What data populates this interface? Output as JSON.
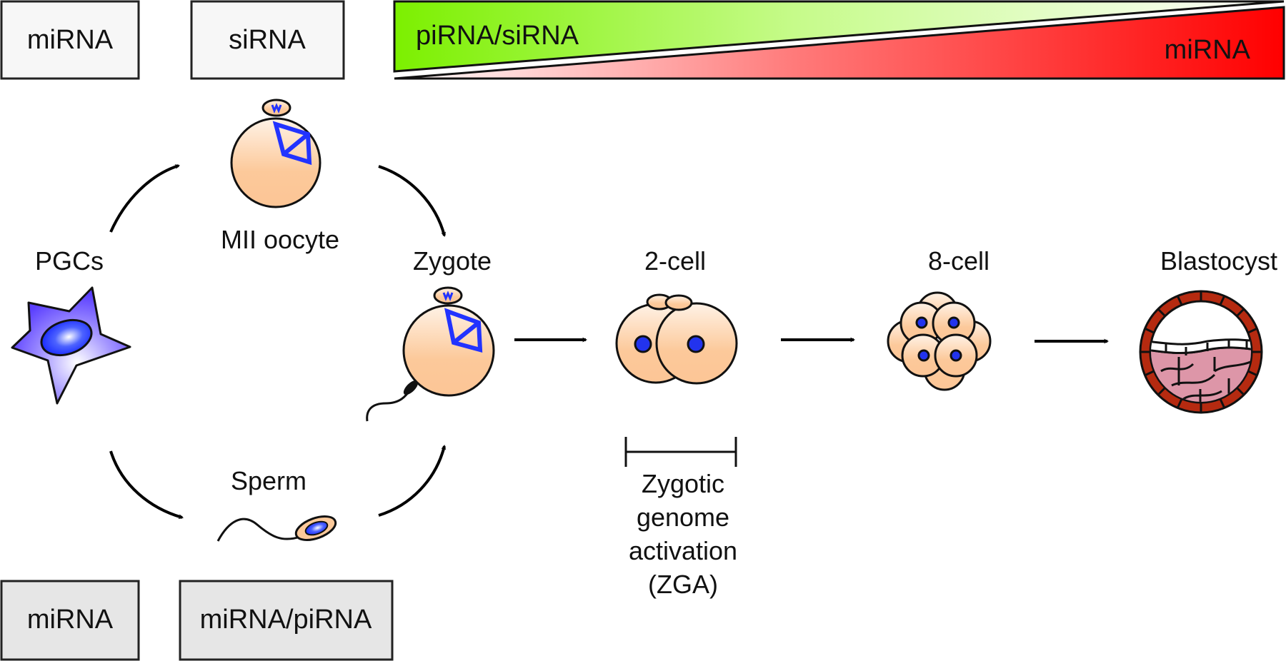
{
  "top_boxes": {
    "oocyte_left": "miRNA",
    "oocyte_right": "siRNA"
  },
  "bottom_boxes": {
    "sperm_left": "miRNA",
    "sperm_right": "miRNA/piRNA"
  },
  "gradient_bar": {
    "left_label": "piRNA/siRNA",
    "right_label": "miRNA",
    "left_color": "#7cf000",
    "right_color": "#ff0000"
  },
  "stages": {
    "pgcs": "PGCs",
    "oocyte": "MII oocyte",
    "sperm": "Sperm",
    "zygote": "Zygote",
    "two_cell": "2-cell",
    "eight_cell": "8-cell",
    "blastocyst": "Blastocyst"
  },
  "zga": {
    "lines": [
      "Zygotic",
      "genome",
      "activation",
      "(ZGA)"
    ]
  },
  "colors": {
    "cell_fill": "#fcc99a",
    "nucleus": "#2233ee",
    "spindle": "#2233ff",
    "pgc": "#7a66ff",
    "trophectoderm": "#b52a10",
    "icm": "#dd96a8",
    "box_top": "#f7f7f7",
    "box_bottom": "#e6e6e6"
  }
}
